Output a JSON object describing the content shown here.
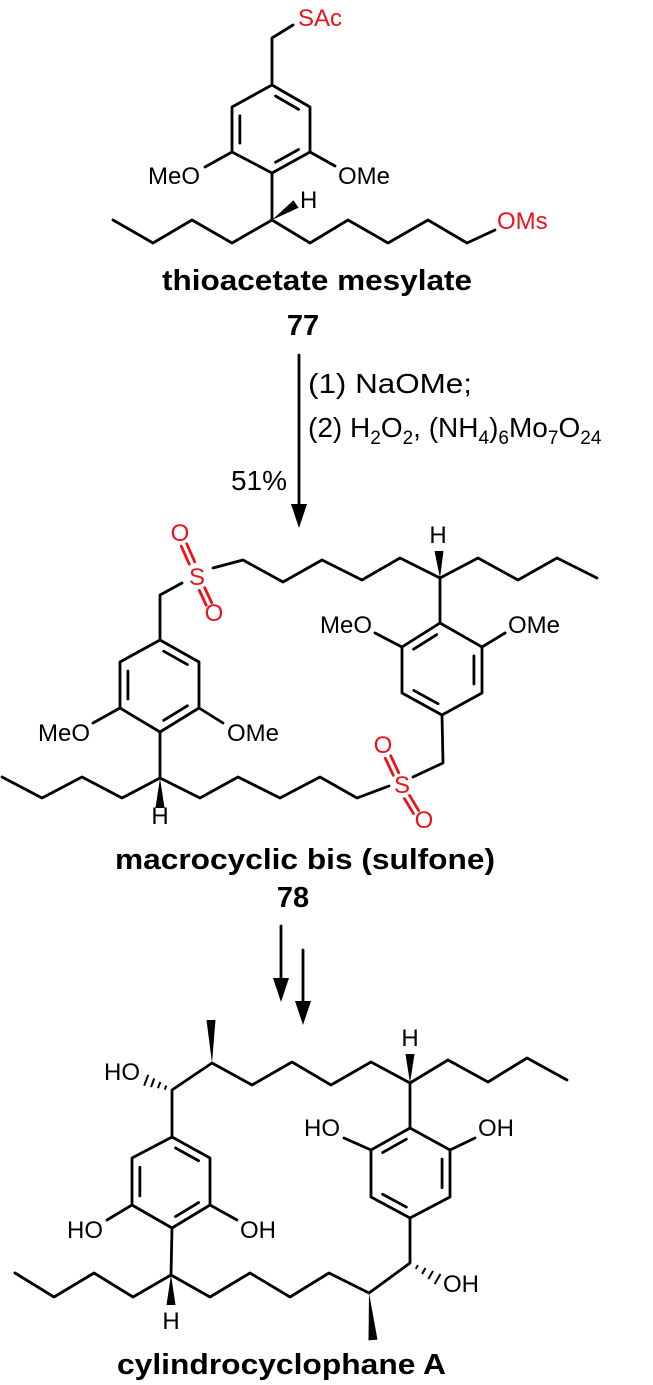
{
  "colors": {
    "bond": "#000000",
    "heteroatom_highlight": "#e8141b"
  },
  "compound_77": {
    "name": "thioacetate mesylate",
    "number": "77",
    "atoms": {
      "sac": "SAc",
      "meo": "MeO",
      "ome": "OMe",
      "h": "H",
      "oms": "OMs"
    }
  },
  "reaction_1": {
    "step1": "(1) NaOMe;",
    "step2_parts": [
      "(2) H",
      "2",
      "O",
      "2",
      ", (NH",
      "4",
      ")",
      "6",
      "Mo",
      "7",
      "O",
      "24"
    ],
    "yield": "51%"
  },
  "compound_78": {
    "name": "macrocyclic bis (sulfone)",
    "number": "78",
    "atoms": {
      "o": "O",
      "s": "S",
      "meo": "MeO",
      "ome": "OMe",
      "h": "H"
    }
  },
  "reaction_2": {
    "arrows": "multi-step"
  },
  "product": {
    "name": "cylindrocyclophane A",
    "atoms": {
      "ho": "HO",
      "oh": "OH",
      "h": "H"
    }
  }
}
